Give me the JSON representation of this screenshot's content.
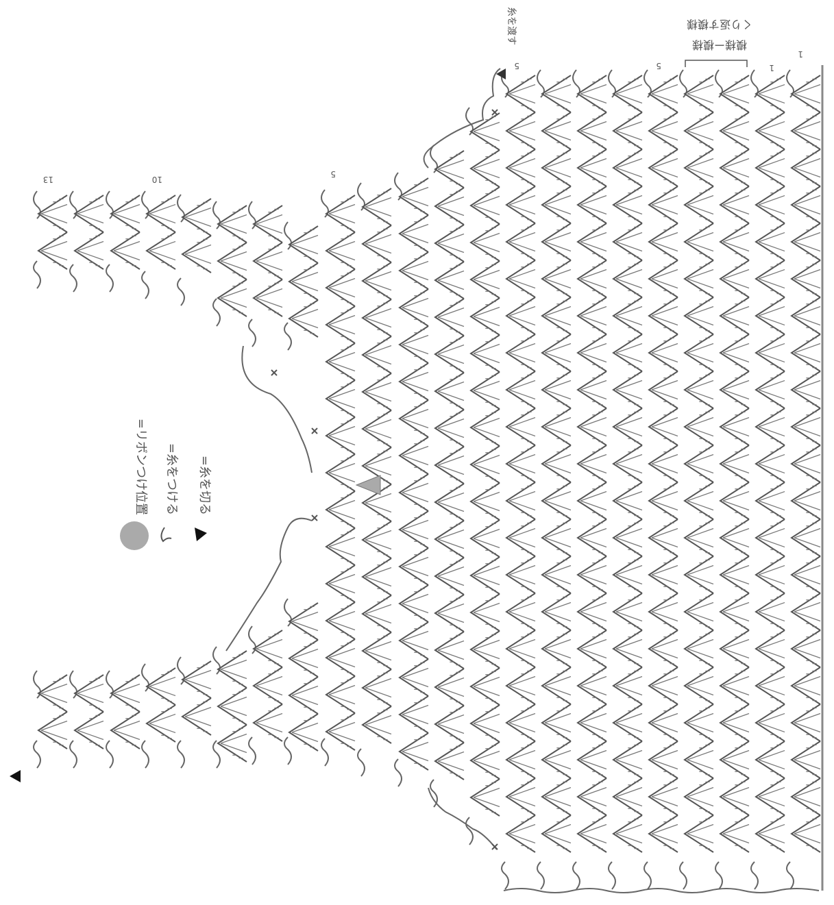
{
  "legend": {
    "ribbon": "=リボンつけ位置",
    "attach_yarn": "=糸をつける",
    "cut_yarn": "=糸を切る"
  },
  "header": {
    "note_line1": "くり返す模様",
    "note_line2": "模様ー模様",
    "thread_note": "糸を渡す"
  },
  "row_labels": [
    "1",
    "1",
    "5",
    "5",
    "5",
    "10",
    "13"
  ],
  "colors": {
    "ink": "#555555",
    "light_ink": "#8a8a8a",
    "ribbon_fill": "#aaaaaa",
    "background": "#ffffff"
  },
  "icons": [
    "ribbon-dot-icon",
    "yarn-attach-icon",
    "yarn-cut-icon",
    "start-arrow-icon"
  ]
}
